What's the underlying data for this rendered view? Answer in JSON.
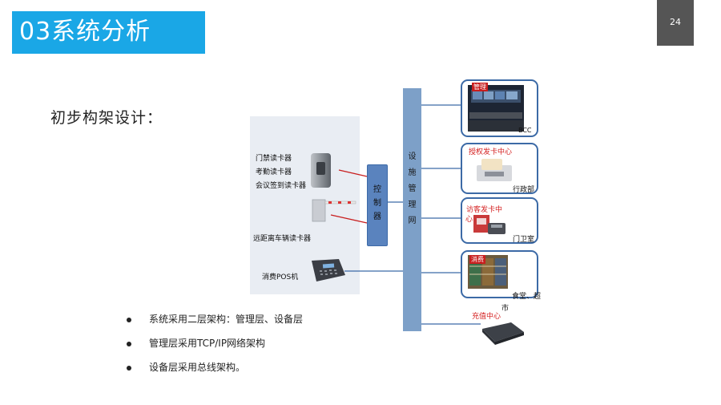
{
  "header": {
    "title": "03系统分析",
    "page_number": "24"
  },
  "subtitle": "初步构架设计：",
  "bullets": [
    "系统采用二层架构：管理层、设备层",
    "管理层采用TCP/IP网络架构",
    "设备层采用总线架构。"
  ],
  "diagram": {
    "devices": {
      "door_reader": "门禁读卡器",
      "attendance_reader": "考勤读卡器",
      "meeting_reader": "会议签到读卡器",
      "long_range_reader": "远距离车辆读卡器",
      "pos": "消费POS机"
    },
    "controller": [
      "控",
      "制",
      "器"
    ],
    "bus": [
      "设",
      "施",
      "管",
      "理",
      "网"
    ],
    "nodes": {
      "management": {
        "tag": "管理",
        "name": "BCC"
      },
      "authorization": {
        "tag": "授权发卡中心",
        "name": "行政部"
      },
      "visitor": {
        "tag_line1": "访客发卡中",
        "tag_line2": "心",
        "name": "门卫室"
      },
      "consumption": {
        "tag": "消费",
        "name_line1": "食堂、超",
        "name_line2": "市"
      },
      "recharge": {
        "tag": "充值中心"
      }
    }
  },
  "colors": {
    "title_bar": "#1aa7e6",
    "page_box": "#555555",
    "bus": "#7da0c8",
    "controller": "#5a83be",
    "card_border": "#3c6aa6",
    "accent_red": "#d42020"
  }
}
